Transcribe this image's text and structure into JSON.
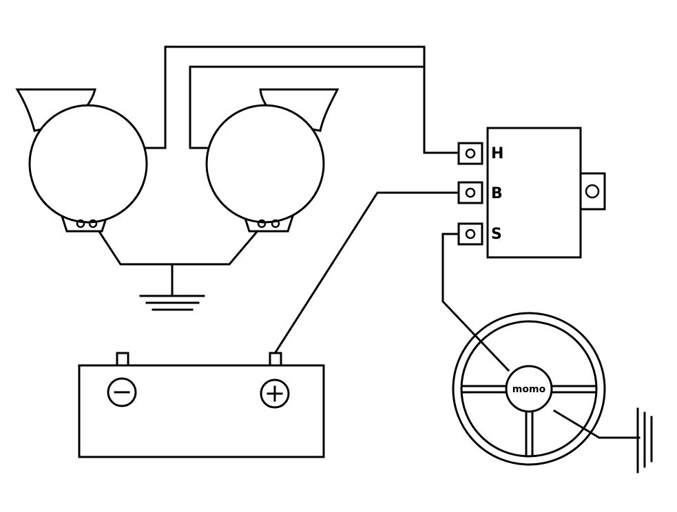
{
  "relay": {
    "terminal_h": "H",
    "terminal_b": "B",
    "terminal_s": "S"
  },
  "horn_button": {
    "brand": "momo"
  },
  "battery": {
    "negative_symbol": "−",
    "positive_symbol": "+"
  }
}
